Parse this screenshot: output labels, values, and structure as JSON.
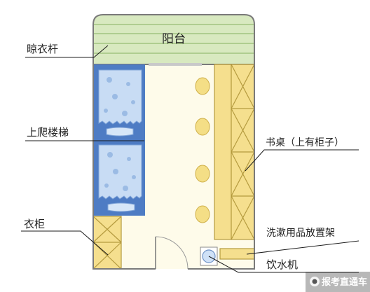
{
  "labels": {
    "balcony": "阳台",
    "drying_rack": "晾衣杆",
    "ladder": "上爬楼梯",
    "wardrobe": "衣柜",
    "desk": "书桌（上有柜子）",
    "wash_shelf": "洗漱用品放置架",
    "water_dispenser": "饮水机"
  },
  "watermark": {
    "text": "报考直通车"
  },
  "colors": {
    "balcony_fill": "#d8e9c0",
    "balcony_lines": "#86b15f",
    "room_fill": "#fefbea",
    "wall_outline": "#7a7a7a",
    "bed_frame": "#4e7cc4",
    "mattress": "#c8dcf4",
    "mattress_pattern": "#7fa4d8",
    "pillow": "#d6e6f8",
    "cabinet_fill": "#f5df8e",
    "cabinet_lines": "#b59b3f",
    "stool": "#f4de86",
    "dispenser": "#cfe1f7",
    "leader_line": "#1b1b1b",
    "watermark_bg": "#333333"
  }
}
